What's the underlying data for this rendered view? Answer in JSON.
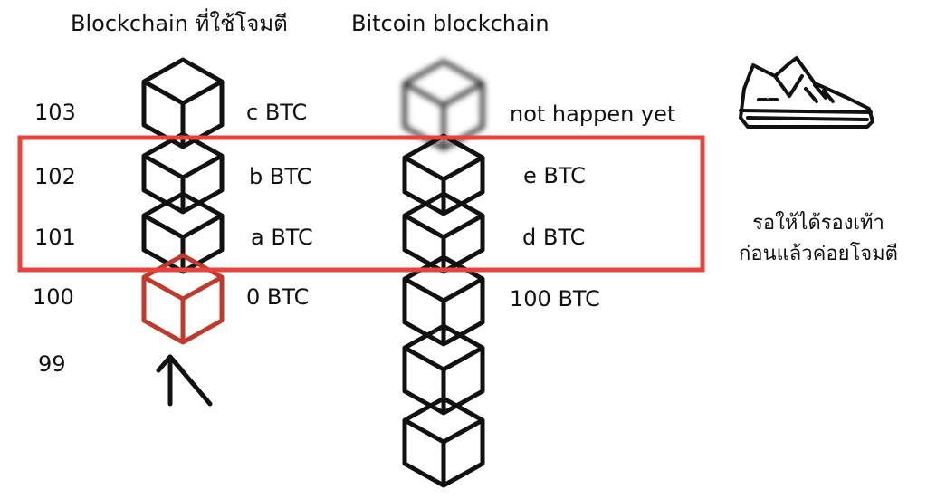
{
  "left_column": {
    "title": "Blockchain ที่ใช้โจมตี",
    "heights": [
      "103",
      "102",
      "101",
      "100",
      "99"
    ],
    "labels": [
      "c BTC",
      "b BTC",
      "a BTC",
      "0 BTC"
    ]
  },
  "right_column": {
    "title": "Bitcoin blockchain",
    "labels": [
      "not happen yet",
      "e BTC",
      "d BTC",
      "100 BTC"
    ]
  },
  "note": {
    "line1": "รอให้ได้รองเท้า",
    "line2": "ก่อนแล้วค่อยโจมตี"
  },
  "colors": {
    "highlight_box": "#e8423a",
    "fork_block": "#c0392b",
    "block": "#111111"
  },
  "icons": [
    "sneaker-icon",
    "branch-arrow-icon"
  ]
}
